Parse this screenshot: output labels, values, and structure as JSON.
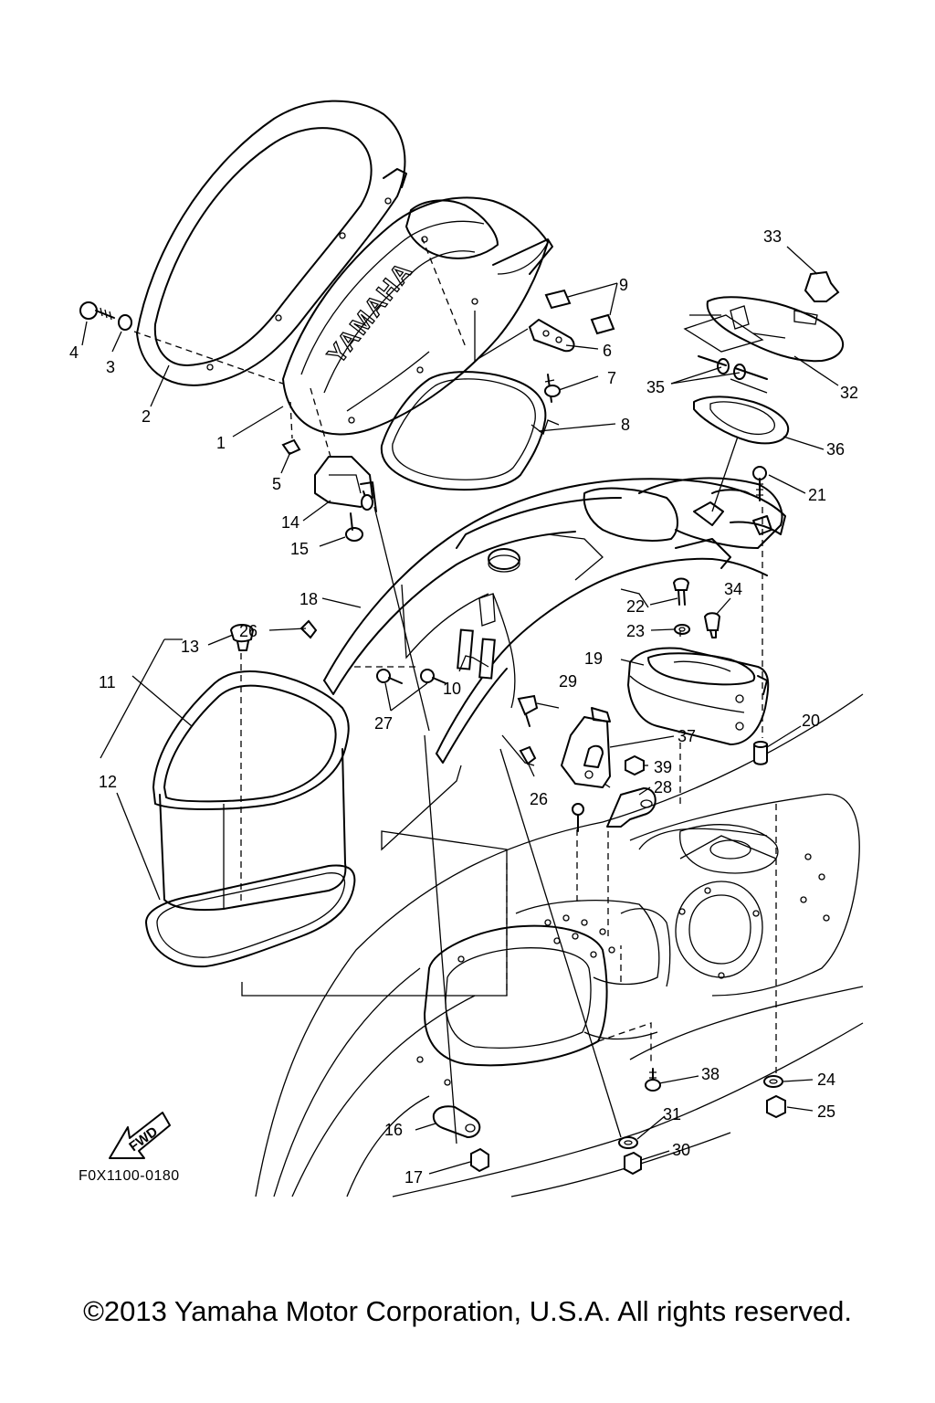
{
  "diagram": {
    "code": "F0X1100-0180",
    "logo_text": "YAMAHA",
    "fwd_label": "FWD",
    "callouts": [
      "1",
      "2",
      "3",
      "4",
      "5",
      "6",
      "7",
      "8",
      "9",
      "10",
      "11",
      "12",
      "13",
      "14",
      "15",
      "16",
      "17",
      "18",
      "19",
      "20",
      "21",
      "22",
      "23",
      "24",
      "25",
      "26",
      "26",
      "27",
      "28",
      "29",
      "30",
      "31",
      "32",
      "33",
      "34",
      "35",
      "36",
      "37",
      "38",
      "39"
    ]
  },
  "copyright": "©2013 Yamaha Motor Corporation, U.S.A. All rights reserved."
}
